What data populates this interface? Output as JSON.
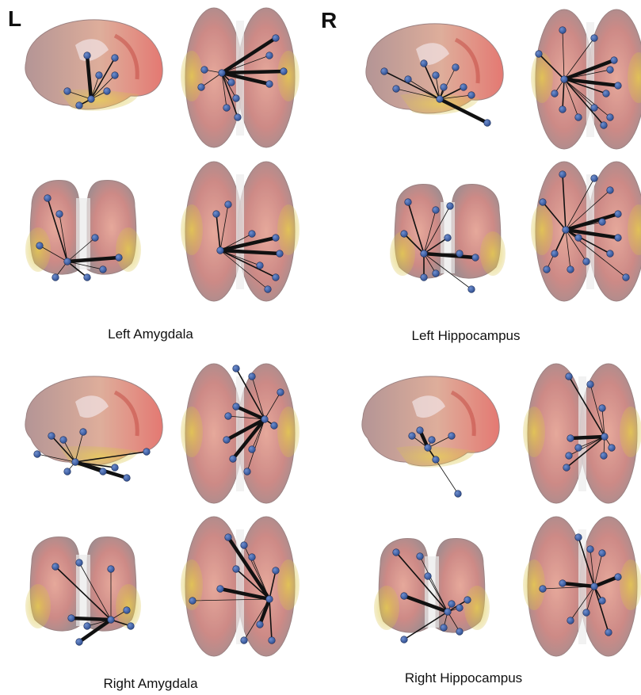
{
  "corner_labels": {
    "left": "L",
    "right": "R"
  },
  "panels": [
    {
      "id": "left-amygdala",
      "caption": "Left Amygdala"
    },
    {
      "id": "left-hippocampus",
      "caption": "Left Hippocampus"
    },
    {
      "id": "right-amygdala",
      "caption": "Right Amygdala"
    },
    {
      "id": "right-hippocampus",
      "caption": "Right Hippocampus"
    }
  ],
  "colors": {
    "node": "#2e4d8f",
    "node_highlight": "#6f8fcf",
    "edge": "#111111",
    "cortex_red": "#c2473f",
    "cortex_yellow": "#e9d34a",
    "cortex_gray": "#9a8a8a"
  },
  "view_types": [
    "lateral",
    "superior",
    "anterior",
    "inferior"
  ]
}
